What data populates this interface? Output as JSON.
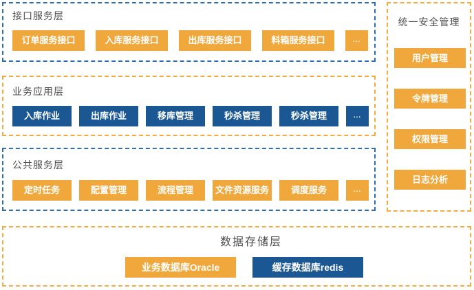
{
  "colors": {
    "accent_orange": "#F0A83C",
    "accent_blue": "#1A5793",
    "border_blue": "#2E6DB3",
    "border_orange": "#F5AB3D",
    "title_text": "#4D4D4D",
    "button_text": "#FFFFFF"
  },
  "layers": {
    "interface_service": {
      "title": "接口服务层",
      "buttons": [
        "订单服务接口",
        "入库服务接口",
        "出库服务接口",
        "料箱服务接口"
      ],
      "more": "..."
    },
    "business_application": {
      "title": "业务应用层",
      "buttons": [
        "入库作业",
        "出库作业",
        "移库管理",
        "秒杀管理",
        "秒杀管理"
      ],
      "more": "..."
    },
    "public_service": {
      "title": "公共服务层",
      "buttons": [
        "定时任务",
        "配置管理",
        "流程管理",
        "文件资源服务",
        "调度服务"
      ],
      "more": "..."
    },
    "security_management": {
      "title": "统一安全管理",
      "buttons": [
        "用户管理",
        "令牌管理",
        "权限管理",
        "日志分析"
      ]
    },
    "data_storage": {
      "title": "数据存储层",
      "buttons": [
        "业务数据库Oracle",
        "缓存数据库redis"
      ]
    }
  }
}
